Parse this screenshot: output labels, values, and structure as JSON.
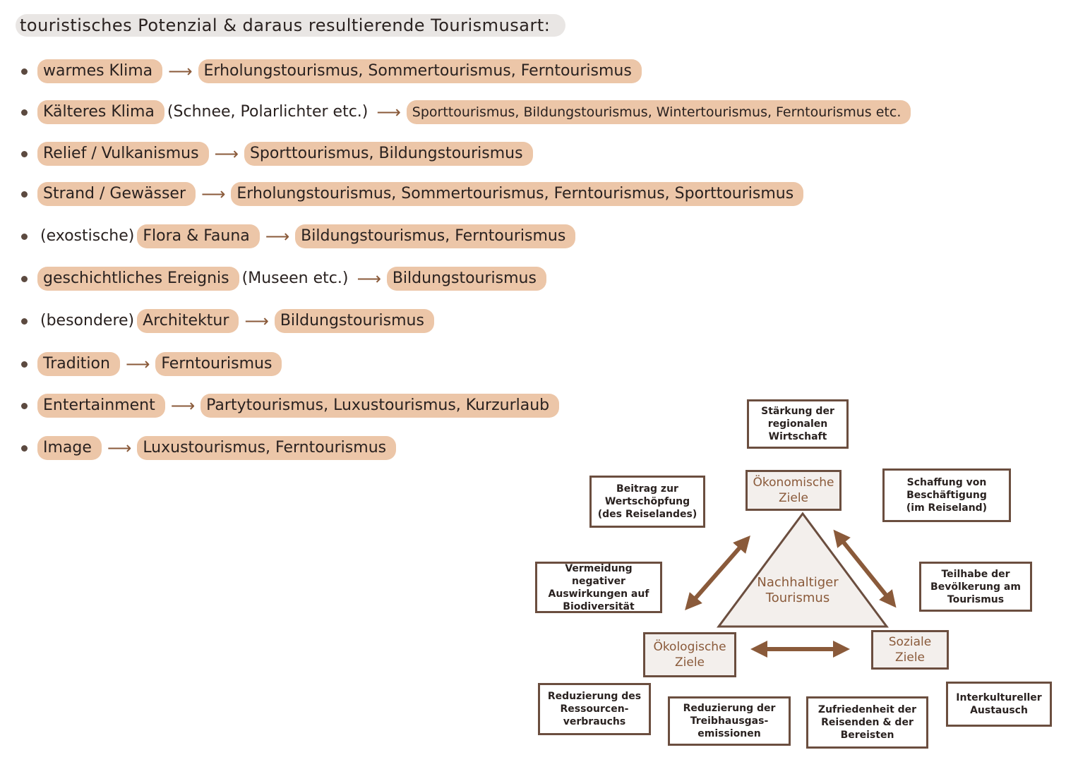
{
  "title": "touristisches Potenzial & daraus resultierende Tourismusart:",
  "items": [
    {
      "source": "warmes Klima",
      "types": "Erholungstourismus, Sommertourismus, Ferntourismus"
    },
    {
      "prefix": "",
      "source": "Kälteres Klima",
      "note": "(Schnee, Polarlichter etc.)",
      "types": "Sporttourismus, Bildungstourismus, Wintertourismus, Ferntourismus etc."
    },
    {
      "source": "Relief / Vulkanismus",
      "types": "Sporttourismus, Bildungstourismus"
    },
    {
      "source": "Strand / Gewässer",
      "types": "Erholungstourismus, Sommertourismus, Ferntourismus, Sporttourismus"
    },
    {
      "prefix": "(exostische)",
      "source": "Flora & Fauna",
      "types": "Bildungstourismus, Ferntourismus"
    },
    {
      "source": "geschichtliches Ereignis",
      "note": "(Museen etc.)",
      "types": "Bildungstourismus"
    },
    {
      "prefix": "(besondere)",
      "source": "Architektur",
      "types": "Bildungstourismus"
    },
    {
      "source": "Tradition",
      "types": "Ferntourismus"
    },
    {
      "source": "Entertainment",
      "types": "Partytourismus, Luxustourismus, Kurzurlaub"
    },
    {
      "source": "Image",
      "types": "Luxustourismus, Ferntourismus"
    }
  ],
  "diagram": {
    "center": "Nachhaltiger\nTourismus",
    "goals": {
      "economic": "Ökonomische\nZiele",
      "ecological": "Ökologische\nZiele",
      "social": "Soziale\nZiele"
    },
    "boxes": {
      "staerkung": "Stärkung der\nregionalen\nWirtschaft",
      "beitrag": "Beitrag zur\nWertschöpfung\n(des Reiselandes)",
      "schaffung": "Schaffung von\nBeschäftigung\n(im Reiseland)",
      "vermeidung": "Vermeidung negativer\nAuswirkungen auf\nBiodiversität",
      "teilhabe": "Teilhabe der\nBevölkerung am\nTourismus",
      "ressourcen": "Reduzierung des\nRessourcen-\nverbrauchs",
      "treibhaus": "Reduzierung der\nTreibhausgas-\nemissionen",
      "zufriedenheit": "Zufriedenheit der\nReisenden & der\nBereisten",
      "interkulturell": "Interkultureller\nAustausch"
    }
  },
  "colors": {
    "highlight": "#ecc6a8",
    "arrow": "#8a5a3a",
    "border": "#6b4e3f",
    "triangle_fill": "#f3efec"
  }
}
